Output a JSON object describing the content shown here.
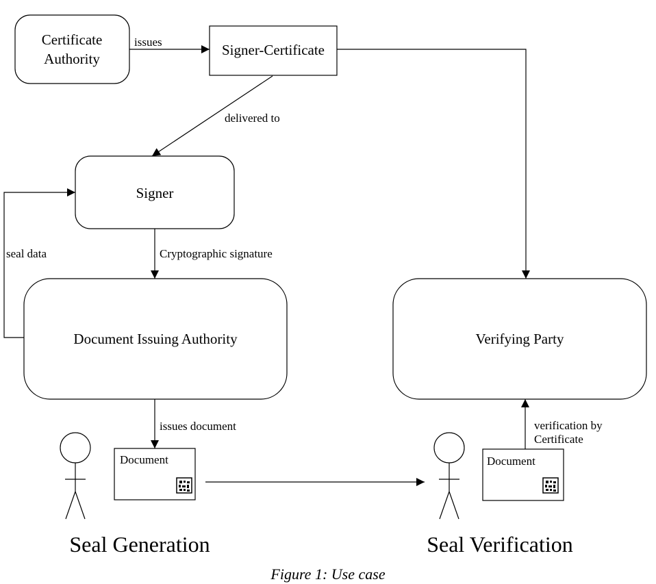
{
  "nodes": {
    "certificate_authority": [
      "Certificate",
      "Authority"
    ],
    "signer_certificate": "Signer-Certificate",
    "signer": "Signer",
    "document_issuing_authority": "Document Issuing Authority",
    "verifying_party": "Verifying Party"
  },
  "edges": {
    "issues": "issues",
    "delivered_to": "delivered to",
    "cryptographic_signature": "Cryptographic signature",
    "seal_data": "seal data",
    "issues_document": "issues document",
    "verification_by": [
      "verification by",
      "Certificate"
    ]
  },
  "documents": {
    "left_label": "Document",
    "right_label": "Document"
  },
  "sections": {
    "seal_generation": "Seal Generation",
    "seal_verification": "Seal Verification"
  },
  "caption": "Figure 1: Use case"
}
